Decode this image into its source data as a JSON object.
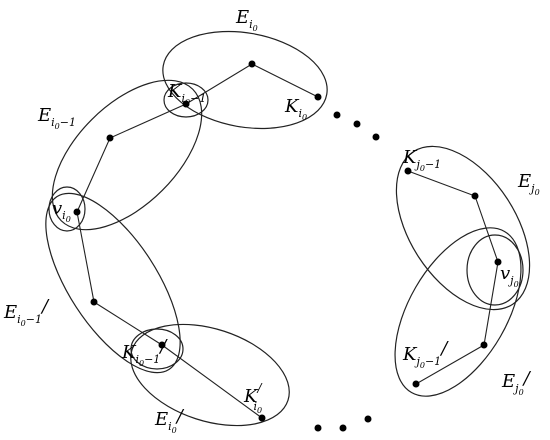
{
  "labels": {
    "E_i0": {
      "base": "E",
      "sub": "i",
      "subsub": "0",
      "suffix": "",
      "prime": ""
    },
    "E_i0m1": {
      "base": "E",
      "sub": "i",
      "subsub": "0",
      "suffix": "−1",
      "prime": ""
    },
    "E_i0m1p": {
      "base": "E",
      "sub": "i",
      "subsub": "0",
      "suffix": "−1",
      "prime": "/"
    },
    "E_i0p": {
      "base": "E",
      "sub": "i",
      "subsub": "0",
      "suffix": "",
      "prime": "/"
    },
    "E_j0": {
      "base": "E",
      "sub": "j",
      "subsub": "0",
      "suffix": "",
      "prime": ""
    },
    "E_j0p": {
      "base": "E",
      "sub": "j",
      "subsub": "0",
      "suffix": "",
      "prime": "/"
    },
    "K_i0m1": {
      "base": "K",
      "sub": "i",
      "subsub": "0",
      "suffix": "−1",
      "prime": ""
    },
    "K_i0": {
      "base": "K",
      "sub": "i",
      "subsub": "0",
      "suffix": "",
      "prime": ""
    },
    "K_i0m1p": {
      "base": "K",
      "sub": "i",
      "subsub": "0",
      "suffix": "−1",
      "prime": "/"
    },
    "K_i0p": {
      "base": "K",
      "sub": "i",
      "subsub": "0",
      "suffix": "",
      "prime": "/"
    },
    "K_j0m1": {
      "base": "K",
      "sub": "j",
      "subsub": "0",
      "suffix": "−1",
      "prime": ""
    },
    "K_j0m1p": {
      "base": "K",
      "sub": "j",
      "subsub": "0",
      "suffix": "−1",
      "prime": "/"
    },
    "v_i0": {
      "base": "v",
      "sub": "i",
      "subsub": "0",
      "suffix": "",
      "prime": ""
    },
    "v_j0": {
      "base": "v",
      "sub": "j",
      "subsub": "0",
      "suffix": "",
      "prime": ""
    }
  }
}
